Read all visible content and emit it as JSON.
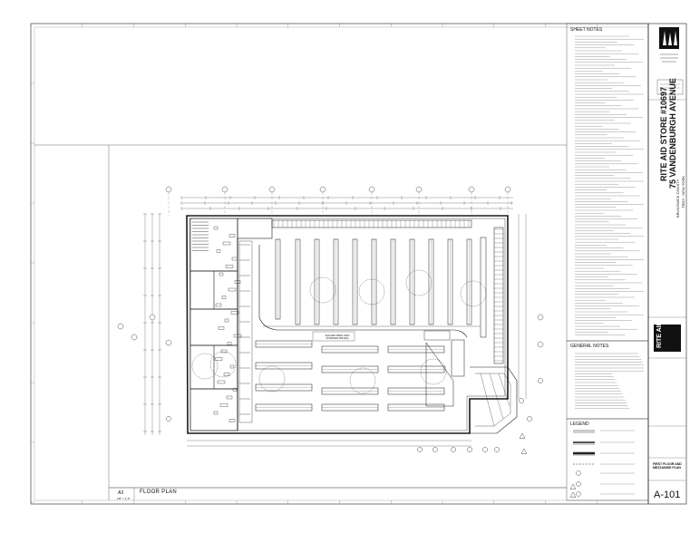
{
  "sheet": {
    "sheet_notes_title": "SHEET NOTES",
    "general_notes_title": "GENERAL NOTES",
    "legend_title": "LEGEND",
    "sheet_number": "A-101",
    "view_label": "A3",
    "view_name": "FLOOR PLAN",
    "view_scale": "1/8\" = 1'-0\"",
    "drawing_title": "FIRST FLOOR AND MEZZANINE PLAN"
  },
  "project": {
    "store_name": "RITE AID STORE #10697",
    "address": "75 VANDENBURGH AVENUE",
    "city_line1": "BRUNSWICK COUNTY",
    "city_line2": "TROY , NEW YORK",
    "logo_text": "RITE AID"
  },
  "fixture": {
    "label": "SQUARE TABLE SIGN (FOREVER PRICES)"
  },
  "colors": {
    "ink": "#1a1a1a",
    "light_ink": "#8a8a8a",
    "paper": "#ffffff"
  }
}
